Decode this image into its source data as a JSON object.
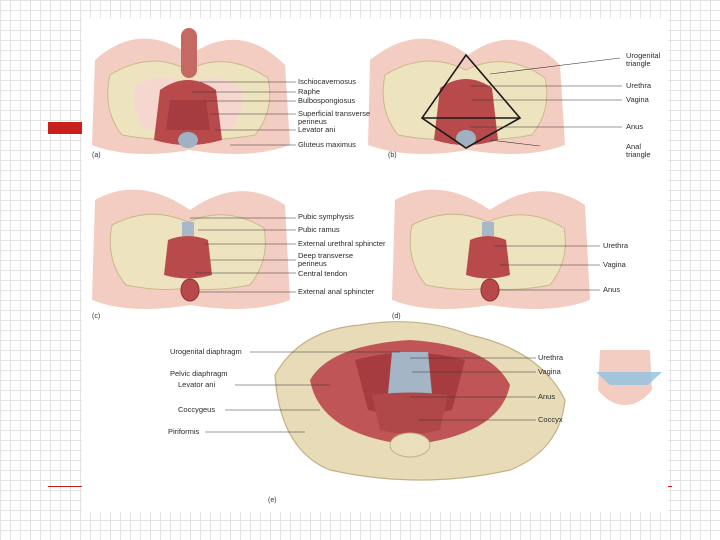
{
  "colors": {
    "accent_red": "#c81e1e",
    "skin": "#f3c7bd",
    "bone": "#e9dfb8",
    "muscle": "#b8484a",
    "fascia": "#8fa3b8"
  },
  "panel_a": {
    "tag": "(a)",
    "labels": {
      "ischiocavernosus": "Ischiocavernosus",
      "raphe": "Raphe",
      "bulbospongiosus": "Bulbospongiosus",
      "superficial_transverse": "Superficial transverse perineus",
      "levator_ani": "Levator ani",
      "gluteus_maximus": "Gluteus maximus"
    }
  },
  "panel_b": {
    "tag": "(b)",
    "labels": {
      "urogenital_triangle": "Urogenital triangle",
      "urethra": "Urethra",
      "vagina": "Vagina",
      "anus": "Anus",
      "anal_triangle": "Anal triangle"
    }
  },
  "panel_c": {
    "tag": "(c)",
    "labels": {
      "pubic_symphysis": "Pubic symphysis",
      "pubic_ramus": "Pubic ramus",
      "external_urethral_sphincter": "External urethral sphincter",
      "deep_transverse": "Deep transverse perineus",
      "central_tendon": "Central tendon",
      "external_anal_sphincter": "External anal sphincter"
    }
  },
  "panel_d": {
    "tag": "(d)",
    "labels": {
      "urethra": "Urethra",
      "vagina": "Vagina",
      "anus": "Anus"
    }
  },
  "panel_e": {
    "tag": "(e)",
    "labels": {
      "urogenital_diaphragm": "Urogenital diaphragm",
      "pelvic_diaphragm": "Pelvic diaphragm",
      "levator_ani": "Levator ani",
      "coccygeus": "Coccygeus",
      "piriformis": "Piriformis",
      "urethra": "Urethra",
      "vagina": "Vagina",
      "anus": "Anus",
      "coccyx": "Coccyx"
    }
  }
}
